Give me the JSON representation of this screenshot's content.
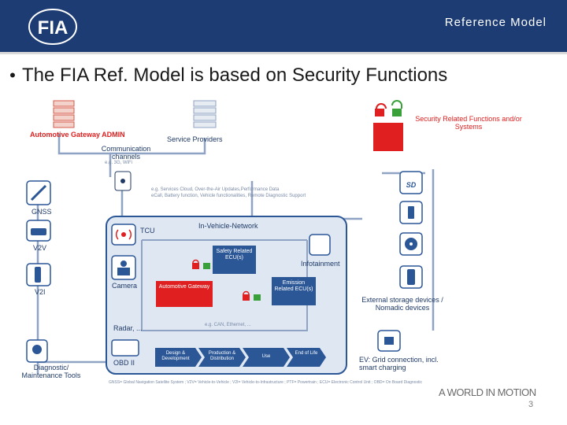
{
  "header": {
    "logo_text": "FIA",
    "title": "Reference Model"
  },
  "bullet": {
    "text": "The FIA Ref. Model is based on Security Functions"
  },
  "diagram": {
    "automotive_gateway_admin": "Automotive Gateway ADMIN",
    "service_providers": "Service Providers",
    "communication_channels": "Communication channels",
    "comm_example": "e.g. 3G, WiFi",
    "services_line1": "e.g. Services Cloud, Over-the-Air Updates,Performance Data",
    "services_line2": "eCall, Battery function, Vehicle functionalities, Remote Diagnostic Support",
    "legend": "Security Related Functions and/or Systems",
    "gnss": "GNSS",
    "v2v": "V2V",
    "v2i": "V2I",
    "tcu": "TCU",
    "in_vehicle_network": "In-Vehicle-Network",
    "safety_ecu": "Safety Related ECU(s)",
    "infotainment": "Infotainment",
    "camera": "Camera",
    "automotive_gateway": "Automotive Gateway",
    "emission_ecu": "Emission Related ECU(s)",
    "external_storage": "External storage devices / Nomadic devices",
    "radar": "Radar, ...",
    "can_example": "e.g. CAN, Ethernet, ...",
    "obd": "OBD II",
    "lifecycle": [
      "Design & Development",
      "Production & Distribution",
      "Use",
      "End of Life"
    ],
    "ev": "EV: Grid connection, incl. smart charging",
    "diagnostic": "Diagnostic/ Maintenance Tools",
    "sd": "SD",
    "abbrev": "GNSS= Global Navigation Satellite System ; V2V= Vehicle-to-Vehicle ; V2I= Vehicle-to-Infrastructure ; PTF= Powertrain ; ECU= Electronic Control Unit ; OBD= On Board Diagnostic"
  },
  "footer": {
    "tagline": "A WORLD IN MOTION",
    "page": "3"
  },
  "colors": {
    "header_bg": "#1c3c73",
    "accent_red": "#e02020",
    "diagram_blue": "#2b5797",
    "network_bg": "#dfe7f3",
    "lock_green": "#3aa03a"
  }
}
